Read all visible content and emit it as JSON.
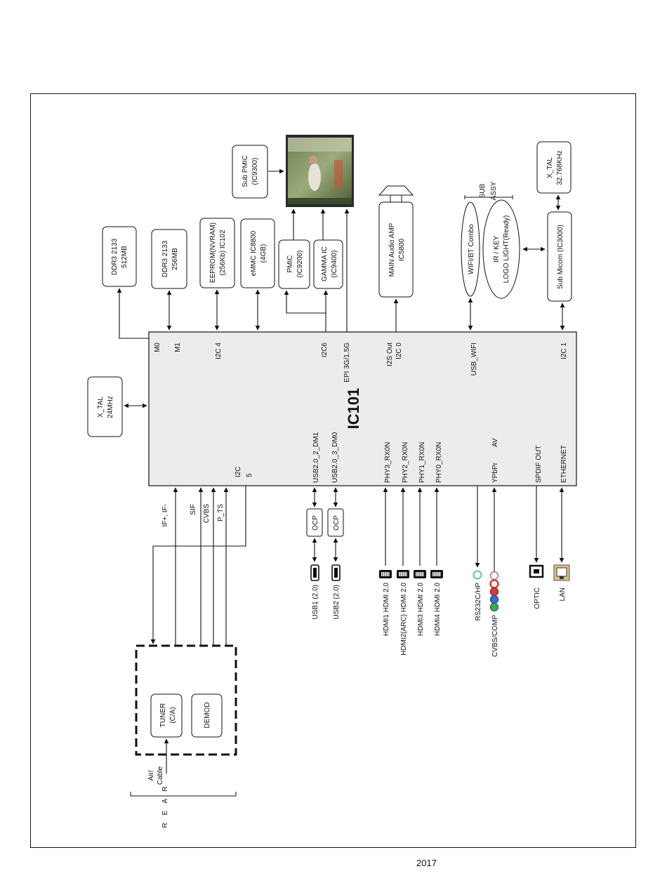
{
  "page_number": "2017",
  "chip": {
    "name": "IC101",
    "pins": {
      "m0": "M0",
      "m1": "M1",
      "i2c4": "I2C 4",
      "i2c6": "I2C6",
      "epi": "EPI 3G/1.5G",
      "i2s": "I2S Out",
      "i2c0": "I2C 0",
      "usb_wifi": "USB_WIFI",
      "i2c1": "I2C 1",
      "i2c5_a": "I2C",
      "i2c5_b": "5",
      "usb_dm1": "USB2.0_2_DM1",
      "usb_dm0": "USB2.0_3_DM0",
      "phy3": "PHY3_RX0N",
      "phy2": "PHY2_RX0N",
      "phy1": "PHY1_RX0N",
      "phy0": "PHY0_RX0N",
      "ypbpr": "YPbPr",
      "av": "AV",
      "spdif": "SPDIF OUT",
      "ethernet": "ETHERNET"
    }
  },
  "blocks": {
    "ddr512": [
      "DDR3 2133",
      "512MB"
    ],
    "ddr256": [
      "DDR3 2133",
      "256MB"
    ],
    "eeprom": [
      "EEPROM(NVRAM)",
      "(256Kb) IC102"
    ],
    "emmc": [
      "eMMC IC8800",
      "(4GB)"
    ],
    "pmic": [
      "PMIC",
      "(IC9200)"
    ],
    "gamma": [
      "GAMMA IC",
      "(IC9400)"
    ],
    "subpmic": [
      "Sub PMIC",
      "(IC9300)"
    ],
    "amp": [
      "MAIN Audio AMP",
      "IC5800"
    ],
    "wifi": "WIFI/BT Combo",
    "irkey": [
      "IR / KEY",
      "LOGO LIGHT(Ready)"
    ],
    "subassy": [
      "SUB",
      "ASSY"
    ],
    "xtal32": [
      "X_TAL",
      "32.768KHz"
    ],
    "submicom": "Sub Micom (IC3000)",
    "xtal24": [
      "X_TAL",
      "24MHz"
    ],
    "tuner": [
      "TUNER",
      "(C/A)"
    ],
    "demod": "DEMOD",
    "ocp": "OCP"
  },
  "signals": {
    "if": "IF+, IF-",
    "sif": "SIF",
    "cvbs": "CVBS",
    "pts": "P_TS",
    "air_cable": [
      "Air/",
      "Cable"
    ],
    "rear": "R E A R"
  },
  "connectors": {
    "usb1": "USB1 (2.0)",
    "usb2": "USB2 (2.0)",
    "hdmi1": "HDMI1 HDMI 2.0",
    "hdmi2": "HDMI2(ARC) HDMI 2.0",
    "hdmi3": "HDMI3 HDMI 2.0",
    "hdmi4": "HDMI4 HDMI 2.0",
    "rs232": "RS232C/HP",
    "cvbs_comp": "CVBS/COMP",
    "optic": "OPTIC",
    "lan": "LAN"
  },
  "colors": {
    "chip_fill": "#ececec",
    "rca_red": "#d63b3b",
    "rca_blue": "#3b6fc8",
    "rca_green": "#3fa85c",
    "rca_white": "#f4f4f4",
    "rs232_jack": "#86c4c0"
  }
}
